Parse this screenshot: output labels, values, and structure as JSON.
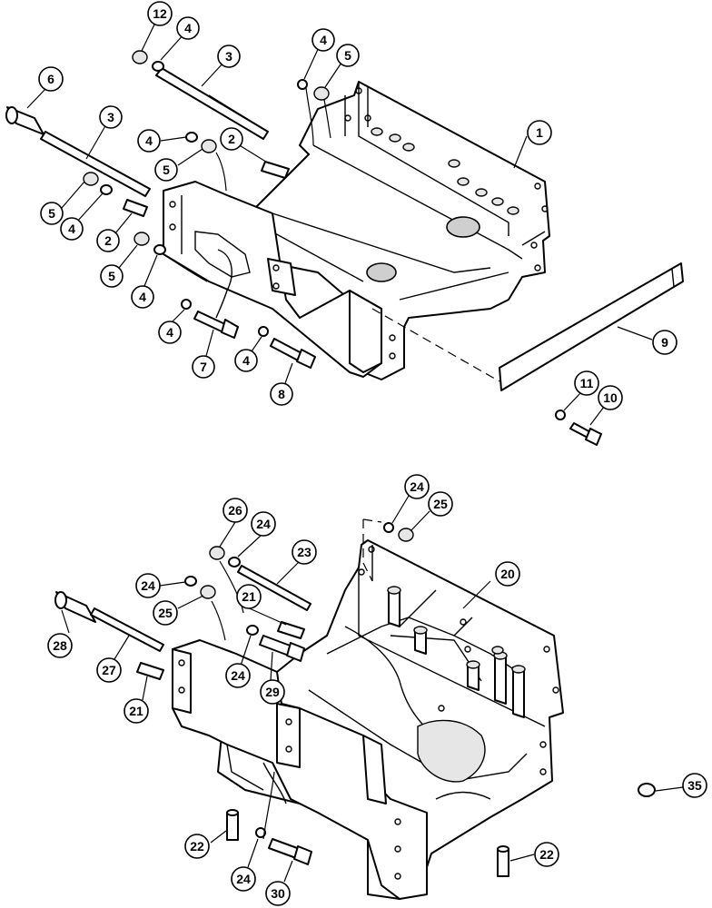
{
  "callouts": [
    {
      "label": "12"
    },
    {
      "label": "4"
    },
    {
      "label": "3"
    },
    {
      "label": "4"
    },
    {
      "label": "5"
    },
    {
      "label": "6"
    },
    {
      "label": "3"
    },
    {
      "label": "1"
    },
    {
      "label": "4"
    },
    {
      "label": "2"
    },
    {
      "label": "5"
    },
    {
      "label": "5"
    },
    {
      "label": "4"
    },
    {
      "label": "2"
    },
    {
      "label": "5"
    },
    {
      "label": "4"
    },
    {
      "label": "4"
    },
    {
      "label": "7"
    },
    {
      "label": "4"
    },
    {
      "label": "8"
    },
    {
      "label": "9"
    },
    {
      "label": "11"
    },
    {
      "label": "10"
    },
    {
      "label": "24"
    },
    {
      "label": "25"
    },
    {
      "label": "26"
    },
    {
      "label": "24"
    },
    {
      "label": "23"
    },
    {
      "label": "20"
    },
    {
      "label": "24"
    },
    {
      "label": "21"
    },
    {
      "label": "25"
    },
    {
      "label": "28"
    },
    {
      "label": "27"
    },
    {
      "label": "24"
    },
    {
      "label": "29"
    },
    {
      "label": "21"
    },
    {
      "label": "35"
    },
    {
      "label": "22"
    },
    {
      "label": "24"
    },
    {
      "label": "30"
    },
    {
      "label": "22"
    }
  ]
}
